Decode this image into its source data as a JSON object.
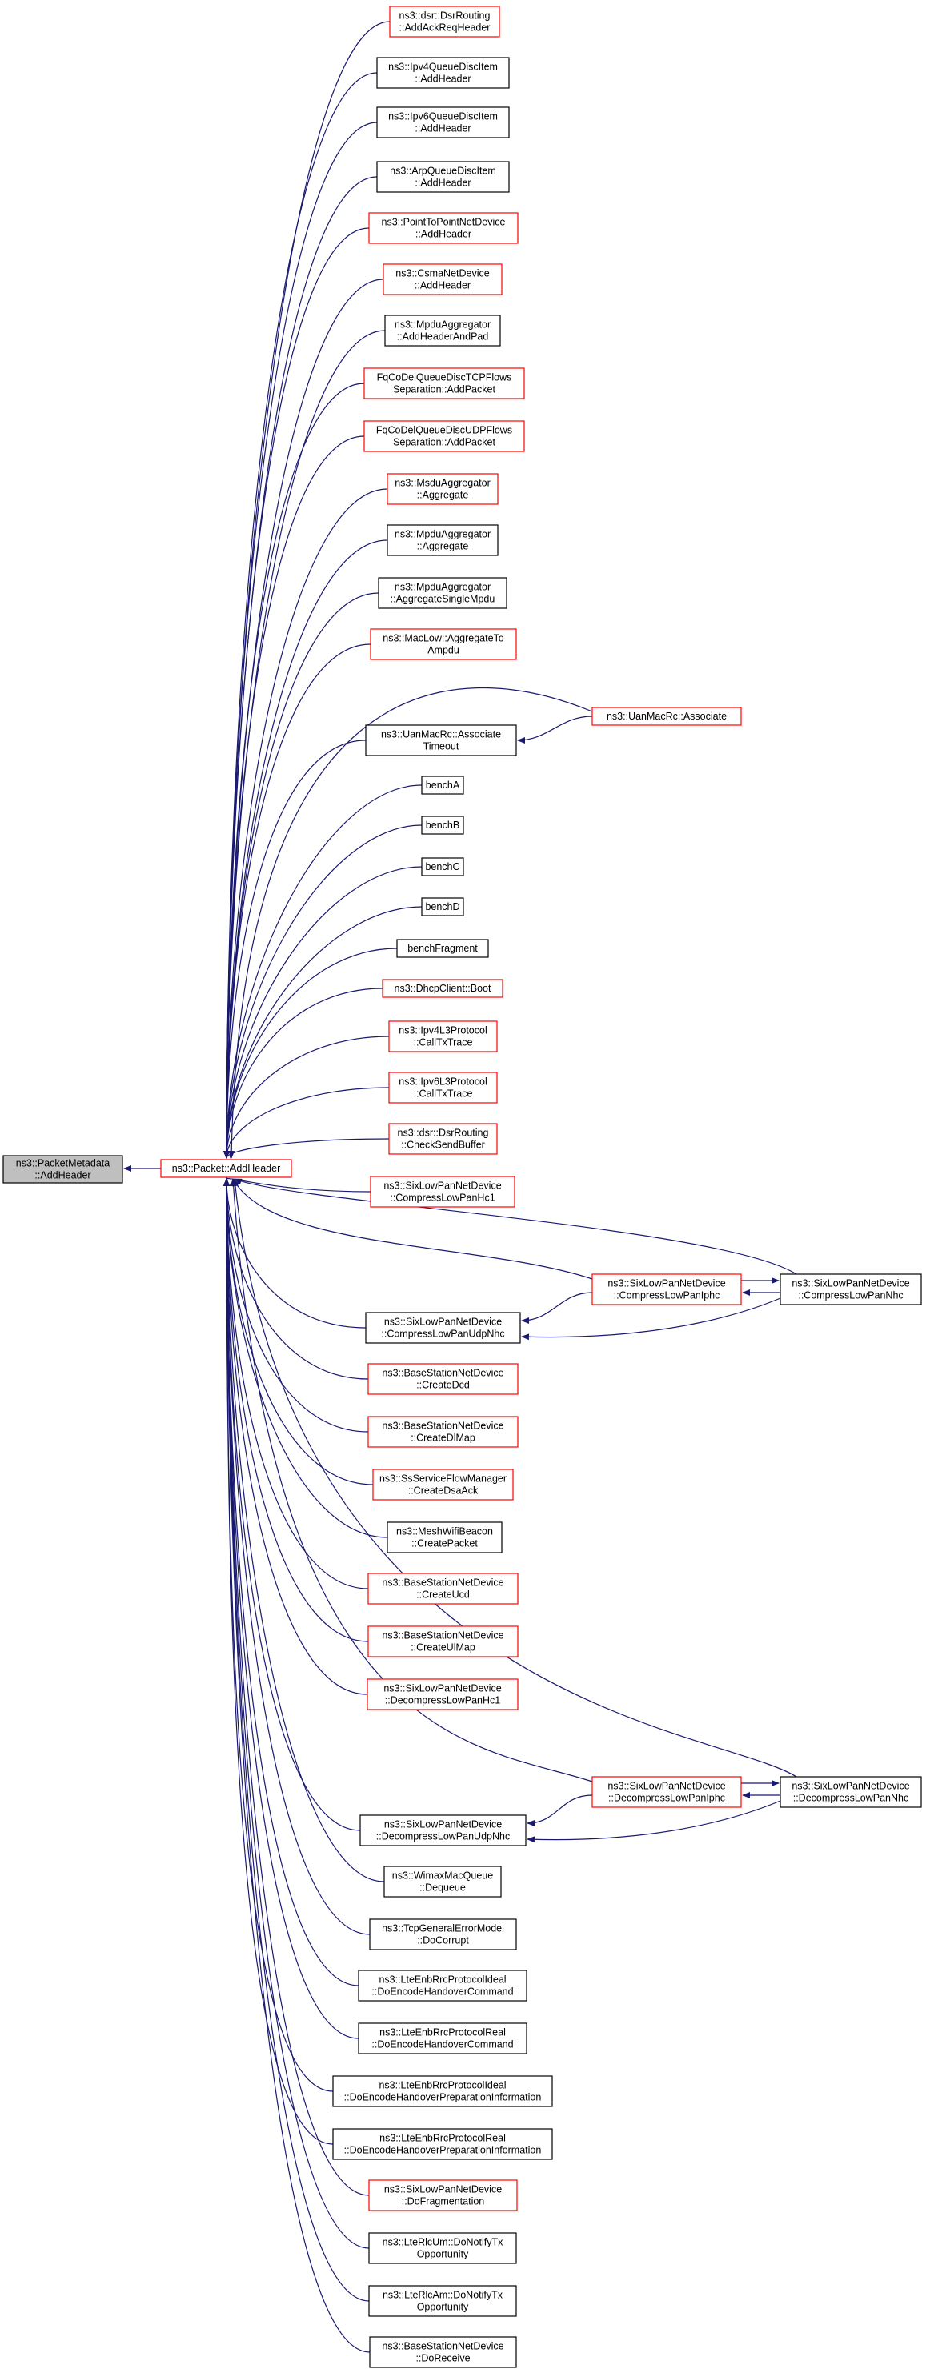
{
  "colors": {
    "edge": "#191970",
    "black_border": "#000000",
    "red_border": "#ff0000",
    "root_fill": "#bfbfbf",
    "node_fill": "#ffffff"
  },
  "root": {
    "id": "root",
    "lines": [
      "ns3::PacketMetadata",
      "::AddHeader"
    ],
    "border": "black",
    "highlight": true
  },
  "hub": {
    "id": "hub",
    "lines": [
      "ns3::Packet::AddHeader"
    ],
    "border": "red"
  },
  "callers": [
    {
      "id": "n01",
      "lines": [
        "ns3::dsr::DsrRouting",
        "::AddAckReqHeader"
      ],
      "border": "red"
    },
    {
      "id": "n02",
      "lines": [
        "ns3::Ipv4QueueDiscItem",
        "::AddHeader"
      ],
      "border": "black"
    },
    {
      "id": "n03",
      "lines": [
        "ns3::Ipv6QueueDiscItem",
        "::AddHeader"
      ],
      "border": "black"
    },
    {
      "id": "n04",
      "lines": [
        "ns3::ArpQueueDiscItem",
        "::AddHeader"
      ],
      "border": "black"
    },
    {
      "id": "n05",
      "lines": [
        "ns3::PointToPointNetDevice",
        "::AddHeader"
      ],
      "border": "red"
    },
    {
      "id": "n06",
      "lines": [
        "ns3::CsmaNetDevice",
        "::AddHeader"
      ],
      "border": "red"
    },
    {
      "id": "n07",
      "lines": [
        "ns3::MpduAggregator",
        "::AddHeaderAndPad"
      ],
      "border": "black"
    },
    {
      "id": "n08",
      "lines": [
        "FqCoDelQueueDiscTCPFlows",
        "Separation::AddPacket"
      ],
      "border": "red"
    },
    {
      "id": "n09",
      "lines": [
        "FqCoDelQueueDiscUDPFlows",
        "Separation::AddPacket"
      ],
      "border": "red"
    },
    {
      "id": "n10",
      "lines": [
        "ns3::MsduAggregator",
        "::Aggregate"
      ],
      "border": "red"
    },
    {
      "id": "n11",
      "lines": [
        "ns3::MpduAggregator",
        "::Aggregate"
      ],
      "border": "black"
    },
    {
      "id": "n12",
      "lines": [
        "ns3::MpduAggregator",
        "::AggregateSingleMpdu"
      ],
      "border": "black"
    },
    {
      "id": "n13",
      "lines": [
        "ns3::MacLow::AggregateTo",
        "Ampdu"
      ],
      "border": "red"
    },
    {
      "id": "n14",
      "lines": [
        "ns3::UanMacRc::Associate",
        "Timeout"
      ],
      "border": "black"
    },
    {
      "id": "n15",
      "lines": [
        "benchA"
      ],
      "border": "black"
    },
    {
      "id": "n16",
      "lines": [
        "benchB"
      ],
      "border": "black"
    },
    {
      "id": "n17",
      "lines": [
        "benchC"
      ],
      "border": "black"
    },
    {
      "id": "n18",
      "lines": [
        "benchD"
      ],
      "border": "black"
    },
    {
      "id": "n19",
      "lines": [
        "benchFragment"
      ],
      "border": "black"
    },
    {
      "id": "n20",
      "lines": [
        "ns3::DhcpClient::Boot"
      ],
      "border": "red"
    },
    {
      "id": "n21",
      "lines": [
        "ns3::Ipv4L3Protocol",
        "::CallTxTrace"
      ],
      "border": "red"
    },
    {
      "id": "n22",
      "lines": [
        "ns3::Ipv6L3Protocol",
        "::CallTxTrace"
      ],
      "border": "red"
    },
    {
      "id": "n23",
      "lines": [
        "ns3::dsr::DsrRouting",
        "::CheckSendBuffer"
      ],
      "border": "red"
    },
    {
      "id": "n24",
      "lines": [
        "ns3::SixLowPanNetDevice",
        "::CompressLowPanHc1"
      ],
      "border": "red"
    },
    {
      "id": "n25",
      "lines": [
        "ns3::SixLowPanNetDevice",
        "::CompressLowPanUdpNhc"
      ],
      "border": "black"
    },
    {
      "id": "n26",
      "lines": [
        "ns3::BaseStationNetDevice",
        "::CreateDcd"
      ],
      "border": "red"
    },
    {
      "id": "n27",
      "lines": [
        "ns3::BaseStationNetDevice",
        "::CreateDlMap"
      ],
      "border": "red"
    },
    {
      "id": "n28",
      "lines": [
        "ns3::SsServiceFlowManager",
        "::CreateDsaAck"
      ],
      "border": "red"
    },
    {
      "id": "n29",
      "lines": [
        "ns3::MeshWifiBeacon",
        "::CreatePacket"
      ],
      "border": "black"
    },
    {
      "id": "n30",
      "lines": [
        "ns3::BaseStationNetDevice",
        "::CreateUcd"
      ],
      "border": "red"
    },
    {
      "id": "n31",
      "lines": [
        "ns3::BaseStationNetDevice",
        "::CreateUlMap"
      ],
      "border": "red"
    },
    {
      "id": "n32",
      "lines": [
        "ns3::SixLowPanNetDevice",
        "::DecompressLowPanHc1"
      ],
      "border": "red"
    },
    {
      "id": "n33",
      "lines": [
        "ns3::SixLowPanNetDevice",
        "::DecompressLowPanUdpNhc"
      ],
      "border": "black"
    },
    {
      "id": "n34",
      "lines": [
        "ns3::WimaxMacQueue",
        "::Dequeue"
      ],
      "border": "black"
    },
    {
      "id": "n35",
      "lines": [
        "ns3::TcpGeneralErrorModel",
        "::DoCorrupt"
      ],
      "border": "black"
    },
    {
      "id": "n36",
      "lines": [
        "ns3::LteEnbRrcProtocolIdeal",
        "::DoEncodeHandoverCommand"
      ],
      "border": "black"
    },
    {
      "id": "n37",
      "lines": [
        "ns3::LteEnbRrcProtocolReal",
        "::DoEncodeHandoverCommand"
      ],
      "border": "black"
    },
    {
      "id": "n38",
      "lines": [
        "ns3::LteEnbRrcProtocolIdeal",
        "::DoEncodeHandoverPreparationInformation"
      ],
      "border": "black"
    },
    {
      "id": "n39",
      "lines": [
        "ns3::LteEnbRrcProtocolReal",
        "::DoEncodeHandoverPreparationInformation"
      ],
      "border": "black"
    },
    {
      "id": "n40",
      "lines": [
        "ns3::SixLowPanNetDevice",
        "::DoFragmentation"
      ],
      "border": "red"
    },
    {
      "id": "n41",
      "lines": [
        "ns3::LteRlcUm::DoNotifyTx",
        "Opportunity"
      ],
      "border": "black"
    },
    {
      "id": "n42",
      "lines": [
        "ns3::LteRlcAm::DoNotifyTx",
        "Opportunity"
      ],
      "border": "black"
    },
    {
      "id": "n43",
      "lines": [
        "ns3::BaseStationNetDevice",
        "::DoReceive"
      ],
      "border": "black"
    }
  ],
  "extra_nodes": [
    {
      "id": "x1",
      "lines": [
        "ns3::UanMacRc::Associate"
      ],
      "border": "red"
    },
    {
      "id": "x2",
      "lines": [
        "ns3::SixLowPanNetDevice",
        "::CompressLowPanIphc"
      ],
      "border": "red"
    },
    {
      "id": "x3",
      "lines": [
        "ns3::SixLowPanNetDevice",
        "::CompressLowPanNhc"
      ],
      "border": "black"
    },
    {
      "id": "x4",
      "lines": [
        "ns3::SixLowPanNetDevice",
        "::DecompressLowPanIphc"
      ],
      "border": "red"
    },
    {
      "id": "x5",
      "lines": [
        "ns3::SixLowPanNetDevice",
        "::DecompressLowPanNhc"
      ],
      "border": "black"
    }
  ],
  "edges": [
    {
      "from": "hub",
      "to": "root"
    },
    {
      "from": "x1",
      "to": "n14"
    },
    {
      "from": "x2",
      "to": "n25"
    },
    {
      "from": "x3",
      "to": "n25"
    },
    {
      "from": "x3",
      "to": "x2"
    },
    {
      "from": "x2",
      "to": "x3"
    },
    {
      "from": "x4",
      "to": "n33"
    },
    {
      "from": "x5",
      "to": "n33"
    },
    {
      "from": "x5",
      "to": "x4"
    },
    {
      "from": "x4",
      "to": "x5"
    }
  ]
}
